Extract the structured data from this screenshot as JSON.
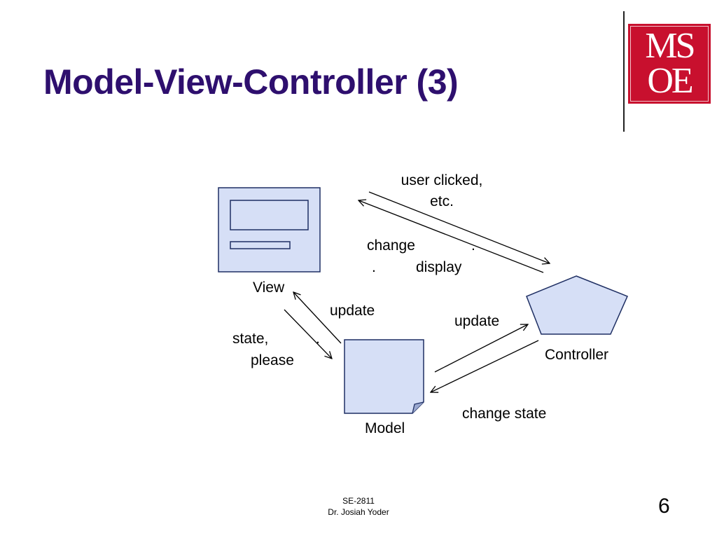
{
  "slide": {
    "title": "Model-View-Controller (3)",
    "logo": {
      "line1": "MS",
      "line2": "OE",
      "color": "#c8102e"
    },
    "footer": {
      "course": "SE-2811",
      "author": "Dr. Josiah Yoder"
    },
    "page_number": "6"
  },
  "diagram": {
    "nodes": {
      "view": "View",
      "model": "Model",
      "controller": "Controller"
    },
    "edges": {
      "controller_to_view_label": {
        "line1": "user clicked,",
        "line2": "etc."
      },
      "view_label_change": {
        "line1_a": "change",
        "line1_b": ".",
        "line2_a": ".",
        "line2_b": "display"
      },
      "model_to_view_update": "update",
      "view_to_model_state": {
        "line1": "state,",
        "line1_dot": ".",
        "line2": "please"
      },
      "model_to_controller_update": "update",
      "controller_to_model_change": "change state"
    },
    "shape_fill": "#d6dff6",
    "shape_stroke": "#1f2f63"
  }
}
